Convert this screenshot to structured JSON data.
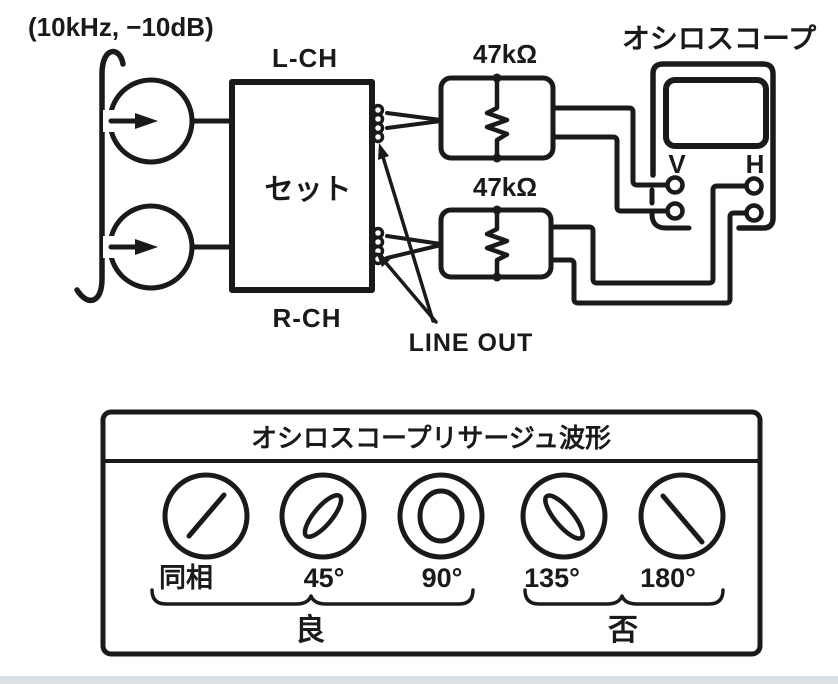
{
  "colors": {
    "ink": "#1a1a1a",
    "paper": "#ffffff",
    "footer_band": "#dce1e6"
  },
  "wiring": {
    "source_label": "(10kHz, −10dB)",
    "left_channel": "L-CH",
    "right_channel": "R-CH",
    "device": "セット",
    "load_top": "47kΩ",
    "load_bottom": "47kΩ",
    "line_out": "LINE OUT",
    "oscilloscope": "オシロスコープ",
    "vertical_terminal": "V",
    "horizontal_terminal": "H"
  },
  "panel": {
    "title": "オシロスコープリサージュ波形",
    "patterns": [
      {
        "label": "同相",
        "shape": "diagonal-line-rising"
      },
      {
        "label": "45°",
        "shape": "narrow-ellipse-rising"
      },
      {
        "label": "90°",
        "shape": "concentric-circle"
      },
      {
        "label": "135°",
        "shape": "narrow-ellipse-falling"
      },
      {
        "label": "180°",
        "shape": "diagonal-line-falling"
      }
    ],
    "groups": [
      {
        "label": "良",
        "patterns": [
          "同相",
          "45°",
          "90°"
        ]
      },
      {
        "label": "否",
        "patterns": [
          "135°",
          "180°"
        ]
      }
    ]
  }
}
